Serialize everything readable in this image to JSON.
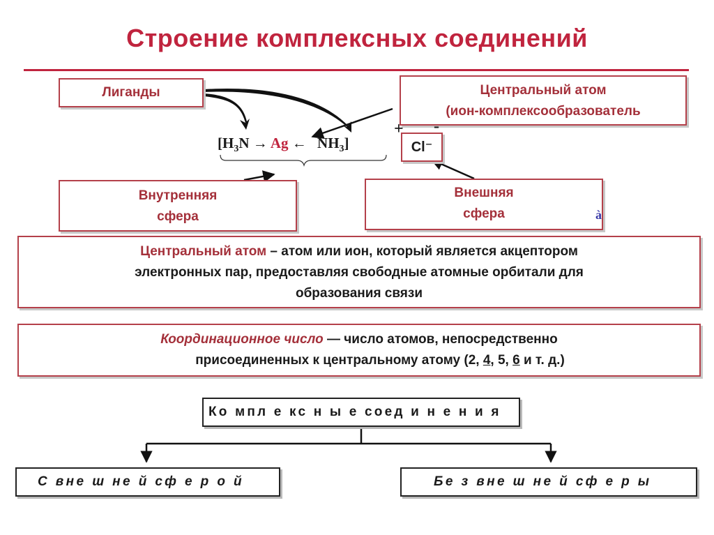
{
  "title": "Строение комплексных соединений",
  "labels": {
    "ligands": "Лиганды",
    "central_atom_line1": "Центральный атом",
    "central_atom_line2": "(ион-комплексообразователь",
    "inner_sphere_line1": "Внутренняя",
    "inner_sphere_line2": "сфера",
    "outer_sphere_line1": "Внешняя",
    "outer_sphere_line2": "сфера",
    "stray_char": "à"
  },
  "formula": {
    "open_bracket": "[",
    "left_ligand_main": "H",
    "left_ligand_sub": "3",
    "left_ligand_tail": "N",
    "arrow": "→",
    "center": "Ag",
    "arrow_left": "←",
    "right_ligand_main": "NH",
    "right_ligand_sub": "3",
    "close_bracket": "]",
    "plus_charge": "+",
    "minus_charge": "-",
    "counter_ion": "Cl⁻"
  },
  "definitions": {
    "central_atom_term": "Центральный атом",
    "central_atom_text1": " – атом или ион, который является акцептором",
    "central_atom_text2": "электронных пар, предоставляя свободные атомные орбитали для",
    "central_atom_text3": "образования связи",
    "coord_term": "Координационное число",
    "coord_text1": " — число атомов, непосредственно",
    "coord_text2a": "присоединенных к центральному атому (2, ",
    "coord_n4": "4",
    "coord_text2b": ", 5, ",
    "coord_n6": "6",
    "coord_text2c": " и т. д.)"
  },
  "classification": {
    "root": "Ко мпл е кс н ы е соед и н е н и я",
    "left": "С  вне ш не й  сф е р о й",
    "right": "Бе з  вне ш не й  сф е р ы"
  },
  "colors": {
    "accent": "#c0243e",
    "box_border": "#b4404a",
    "text": "#1a1a1a"
  }
}
